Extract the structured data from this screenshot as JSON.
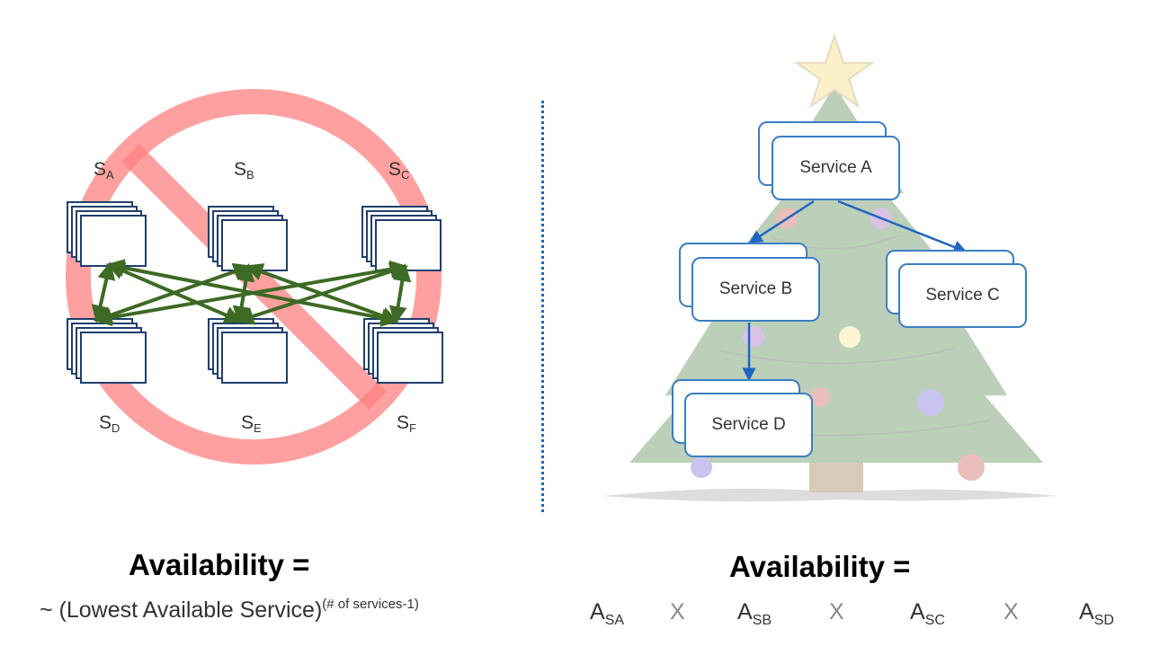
{
  "left": {
    "nodes": [
      {
        "id": "a",
        "letter": "S",
        "sub": "A"
      },
      {
        "id": "b",
        "letter": "S",
        "sub": "B"
      },
      {
        "id": "c",
        "letter": "S",
        "sub": "C"
      },
      {
        "id": "d",
        "letter": "S",
        "sub": "D"
      },
      {
        "id": "e",
        "letter": "S",
        "sub": "E"
      },
      {
        "id": "f",
        "letter": "S",
        "sub": "F"
      }
    ],
    "prohibition_color": "#ff7f7f",
    "edge_color": "#3d6a24"
  },
  "right": {
    "services": [
      {
        "id": "a",
        "label": "Service A"
      },
      {
        "id": "b",
        "label": "Service B"
      },
      {
        "id": "c",
        "label": "Service C"
      },
      {
        "id": "d",
        "label": "Service D"
      }
    ],
    "edge_color": "#1f66c2"
  },
  "formulas": {
    "left_title": "Availability =",
    "left_expr": "~ (Lowest Available Service)",
    "left_exponent": "(# of services-1)",
    "right_title": "Availability =",
    "terms": [
      {
        "letter": "A",
        "sub": "SA"
      },
      {
        "letter": "A",
        "sub": "SB"
      },
      {
        "letter": "A",
        "sub": "SC"
      },
      {
        "letter": "A",
        "sub": "SD"
      }
    ],
    "operator": "X"
  }
}
